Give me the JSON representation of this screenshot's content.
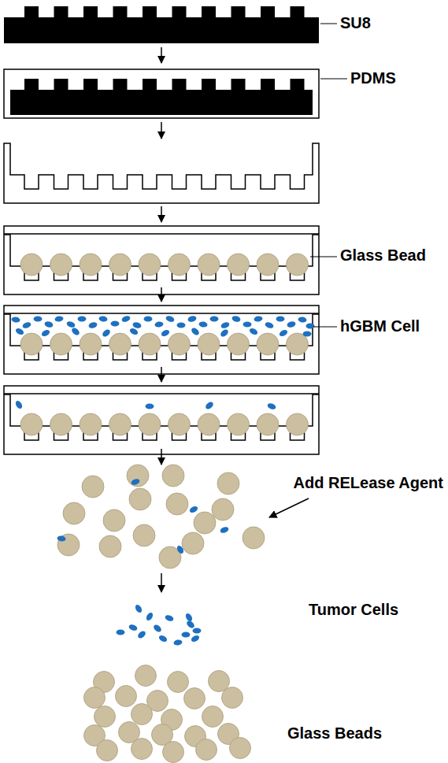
{
  "diagram": {
    "labels": [
      "SU8",
      "PDMS",
      "Glass Bead",
      "hGBM Cell",
      "Add RELease Agent",
      "Tumor Cells",
      "Glass Beads"
    ]
  }
}
